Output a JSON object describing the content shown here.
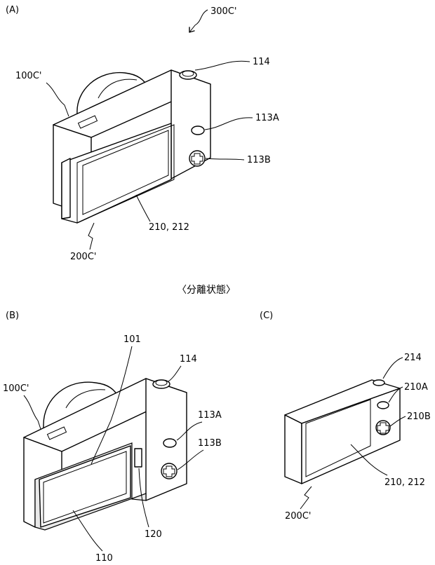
{
  "panels": {
    "a": {
      "label": "(A)",
      "assembly_label": "300C'",
      "refs": {
        "camera": "100C'",
        "shutter": "114",
        "button_a": "113A",
        "button_b": "113B",
        "display": "210, 212",
        "module": "200C'"
      }
    },
    "caption": "〈分離状態〉",
    "b": {
      "label": "(B)",
      "refs": {
        "camera": "100C'",
        "recess": "101",
        "shutter": "114",
        "button_a": "113A",
        "button_b": "113B",
        "connector": "120",
        "screen": "110"
      }
    },
    "c": {
      "label": "(C)",
      "refs": {
        "shutter": "214",
        "button_a": "210A",
        "button_b": "210B",
        "display": "210, 212",
        "module": "200C'"
      }
    }
  }
}
